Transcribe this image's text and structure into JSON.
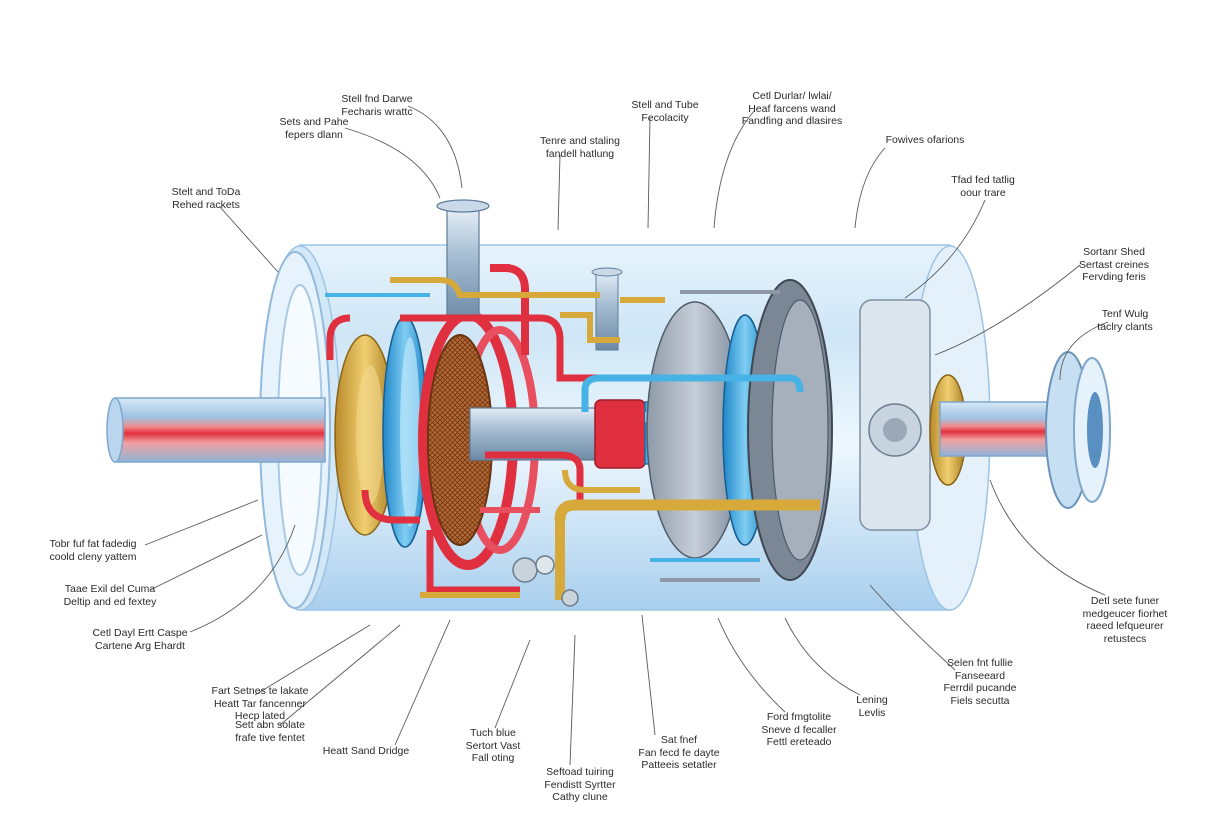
{
  "colors": {
    "shell_blue": "#bcdcf2",
    "hot_red": "#e03040",
    "cool_blue": "#3aa6e0",
    "brass_gold": "#d6a93a",
    "leader_gray": "#5a5a5a"
  },
  "labels": [
    {
      "id": "top-1",
      "lines": [
        "Stell fnd Darwe",
        "Fecharis wrattc"
      ]
    },
    {
      "id": "top-2",
      "lines": [
        "Sets and Pahe",
        "fepers dlann"
      ]
    },
    {
      "id": "top-3",
      "lines": [
        "Stell and Tube",
        "Fecolacity"
      ]
    },
    {
      "id": "top-4",
      "lines": [
        "Cetl Durlar/ lwlai/",
        "Heaf farcens wand",
        "Fandfing and dlasires"
      ]
    },
    {
      "id": "top-5",
      "lines": [
        "Tenre and staling",
        "fandell hatlung"
      ]
    },
    {
      "id": "top-6",
      "lines": [
        "Fowives ofarions"
      ]
    },
    {
      "id": "left-1",
      "lines": [
        "Stelt and ToDa",
        "Rehed rackets"
      ]
    },
    {
      "id": "right-1",
      "lines": [
        "Tfad fed tatlig",
        "oour trare"
      ]
    },
    {
      "id": "right-2",
      "lines": [
        "Sortanr Shed",
        "Sertast creines",
        "Fervding feris"
      ]
    },
    {
      "id": "right-3",
      "lines": [
        "Tenf Wulg",
        "taclry clants"
      ]
    },
    {
      "id": "left-2",
      "lines": [
        "Tobr fuf fat fadedig",
        "coold cleny yattem"
      ]
    },
    {
      "id": "left-3",
      "lines": [
        "Taae Exil del Cuma",
        "Deltip and ed fextey"
      ]
    },
    {
      "id": "left-4",
      "lines": [
        "Cetl Dayl Ertt Caspe",
        "Cartene Arg Ehardt"
      ]
    },
    {
      "id": "right-4",
      "lines": [
        "Detl sete funer",
        "medgeucer fiorhet",
        "raeed lefqueurer",
        "retustecs"
      ]
    },
    {
      "id": "bot-1",
      "lines": [
        "Fart Setnes te lakate",
        "Heatt Tar fancenner",
        "Hecp lated"
      ]
    },
    {
      "id": "bot-2",
      "lines": [
        "Sett abn solate",
        "frafe tive fentet"
      ]
    },
    {
      "id": "bot-3",
      "lines": [
        "Heatt Sand Dridge"
      ]
    },
    {
      "id": "bot-4",
      "lines": [
        "Tuch blue",
        "Sertort Vast",
        "Fall oting"
      ]
    },
    {
      "id": "bot-5",
      "lines": [
        "Seftoad tuiring",
        "Fendistt Syrtter",
        "Cathy clune"
      ]
    },
    {
      "id": "bot-6",
      "lines": [
        "Sat fnef",
        "Fan fecd fe dayte",
        "Patteeis setatler"
      ]
    },
    {
      "id": "bot-7",
      "lines": [
        "Ford fmgtolite",
        "Sneve d fecaller",
        "Fettl ereteado"
      ]
    },
    {
      "id": "bot-8",
      "lines": [
        "Lening",
        "Levlis"
      ]
    },
    {
      "id": "bot-9",
      "lines": [
        "Selen fnt fullie",
        "Fanseeard",
        "Ferrdil pucande",
        "Fiels secutta"
      ]
    }
  ]
}
